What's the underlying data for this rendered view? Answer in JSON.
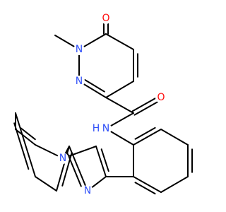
{
  "molecule": {
    "colors": {
      "bond": "#000000",
      "oxygen": "#ff0d0d",
      "nitrogen": "#3050f8",
      "carbon": "#000000"
    },
    "atom_labels": [
      {
        "id": "o-ketone",
        "text": "O",
        "element": "oxygen"
      },
      {
        "id": "n-methyl",
        "text": "N",
        "element": "nitrogen"
      },
      {
        "id": "n-pyridazine",
        "text": "N",
        "element": "nitrogen"
      },
      {
        "id": "o-amide",
        "text": "O",
        "element": "oxygen"
      },
      {
        "id": "n-amide",
        "text": "N",
        "element": "nitrogen"
      },
      {
        "id": "h-amide",
        "text": "H",
        "element": "nitrogen"
      },
      {
        "id": "n-bridgehead",
        "text": "N",
        "element": "nitrogen"
      },
      {
        "id": "n-imidazole",
        "text": "N",
        "element": "nitrogen"
      }
    ]
  }
}
